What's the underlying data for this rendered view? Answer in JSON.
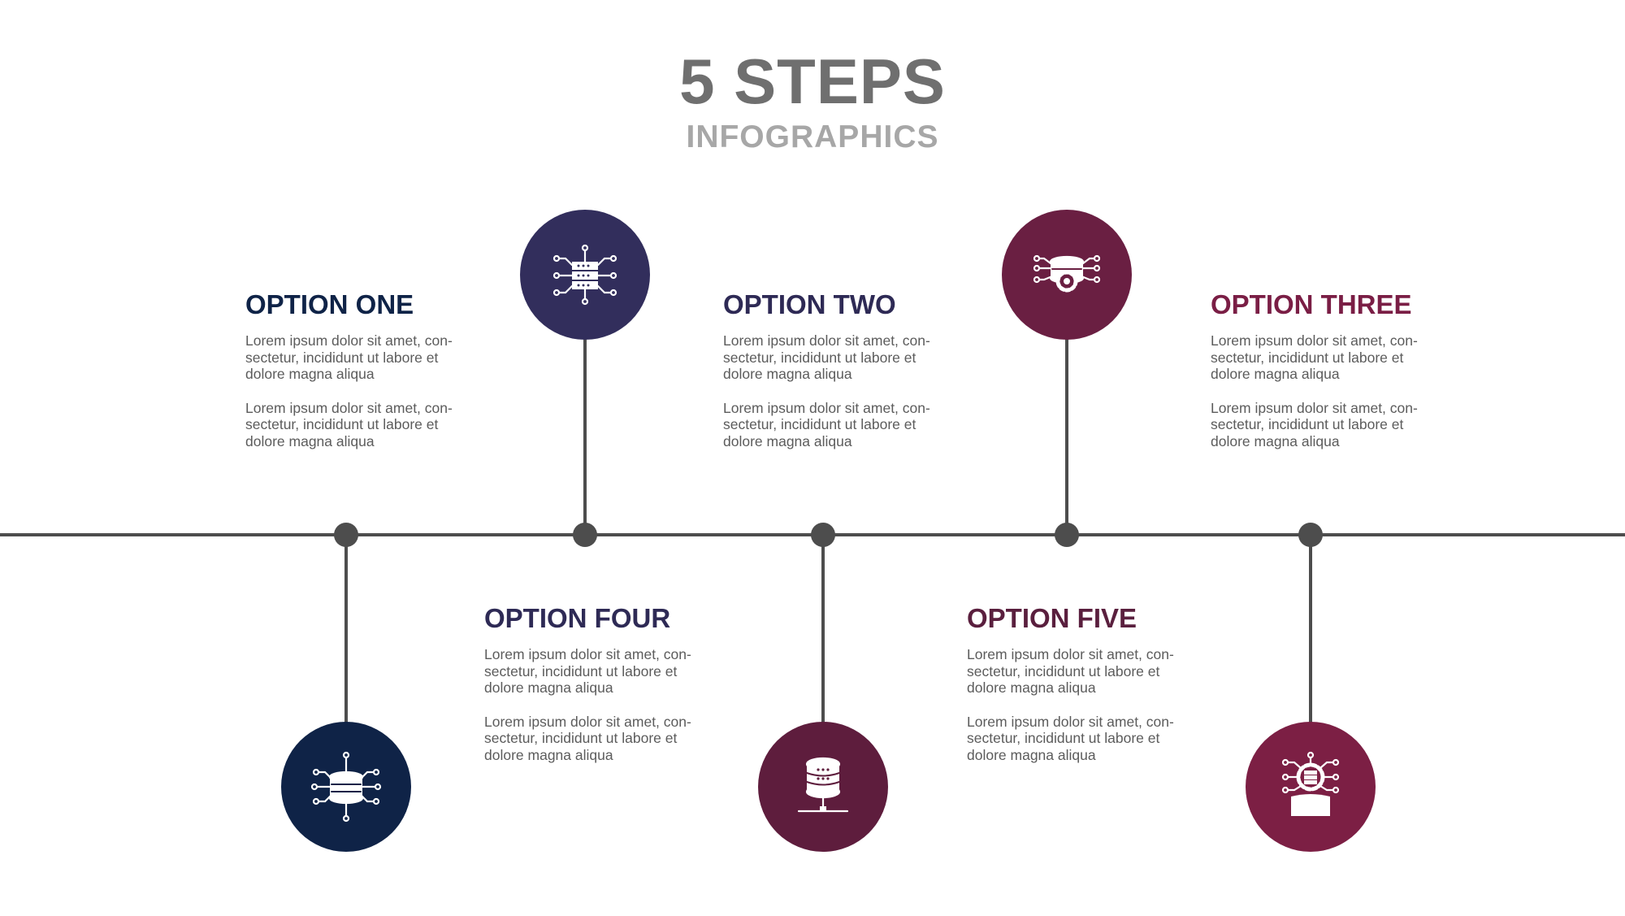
{
  "header": {
    "title": "5 STEPS",
    "subtitle": "INFOGRAPHICS"
  },
  "colors": {
    "title": "#6f6f6f",
    "subtitle": "#a7a7a7",
    "line": "#4d4d4d",
    "body_text": "#5c5c5c",
    "option_one": "#0f2347",
    "option_two": "#2e2a55",
    "option_three": "#7a1e45",
    "option_four": "#2e2a55",
    "option_five": "#5a1f3e",
    "circle_one": "#0f2347",
    "circle_two": "#322e5c",
    "circle_three": "#5e1d3d",
    "circle_four": "#6a1f42",
    "circle_five": "#7c1f44"
  },
  "options": [
    {
      "title": "OPTION ONE",
      "paragraphs": [
        "Lorem ipsum dolor sit amet, con-sectetur, incididunt ut labore et dolore magna aliqua",
        "Lorem ipsum dolor sit amet, con-sectetur, incididunt ut labore et dolore magna aliqua"
      ]
    },
    {
      "title": "OPTION TWO",
      "paragraphs": [
        "Lorem ipsum dolor sit amet, con-sectetur, incididunt ut labore et dolore magna aliqua",
        "Lorem ipsum dolor sit amet, con-sectetur, incididunt ut labore et dolore magna aliqua"
      ]
    },
    {
      "title": "OPTION THREE",
      "paragraphs": [
        "Lorem ipsum dolor sit amet, con-sectetur, incididunt ut labore et dolore magna aliqua",
        "Lorem ipsum dolor sit amet, con-sectetur, incididunt ut labore et dolore magna aliqua"
      ]
    },
    {
      "title": "OPTION FOUR",
      "paragraphs": [
        "Lorem ipsum dolor sit amet, con-sectetur, incididunt ut labore et dolore magna aliqua",
        "Lorem ipsum dolor sit amet, con-sectetur, incididunt ut labore et dolore magna aliqua"
      ]
    },
    {
      "title": "OPTION FIVE",
      "paragraphs": [
        "Lorem ipsum dolor sit amet, con-sectetur, incididunt ut labore et dolore magna aliqua",
        "Lorem ipsum dolor sit amet, con-sectetur, incididunt ut labore et dolore magna aliqua"
      ]
    }
  ],
  "icons": [
    "database-network-icon",
    "server-network-icon",
    "database-connection-icon",
    "database-settings-icon",
    "server-settings-icon"
  ]
}
